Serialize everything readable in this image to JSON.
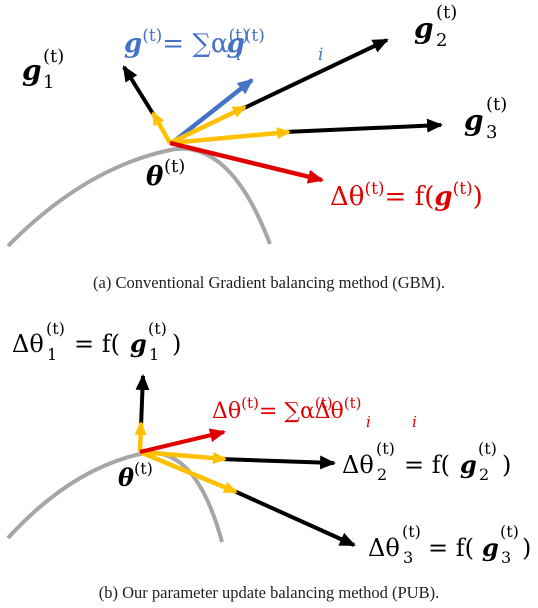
{
  "colors": {
    "curve": "#a6a6a6",
    "gradient": "#000000",
    "scaled": "#ffc000",
    "combined": "#4472c4",
    "update": "#e00000"
  },
  "panel_a": {
    "label_g": "g",
    "label_t": "(t)",
    "label_eq": "= ∑α",
    "label_i": "i",
    "label_g1": "g",
    "label_g2": "g",
    "label_g3": "g",
    "sub_1": "1",
    "sub_2": "2",
    "sub_3": "3",
    "theta": "θ",
    "delta_theta": "Δθ",
    "f_expr": "= f(",
    "f_close": ")",
    "caption": "(a) Conventional Gradient balancing method (GBM)."
  },
  "panel_b": {
    "delta_theta": "Δθ",
    "t": "(t)",
    "eq_f": "= f(",
    "g": "g",
    "close": ")",
    "sum_eq": "= ∑α",
    "i": "i",
    "sub_1": "1",
    "sub_2": "2",
    "sub_3": "3",
    "theta": "θ",
    "caption": "(b) Our parameter update balancing method (PUB)."
  }
}
